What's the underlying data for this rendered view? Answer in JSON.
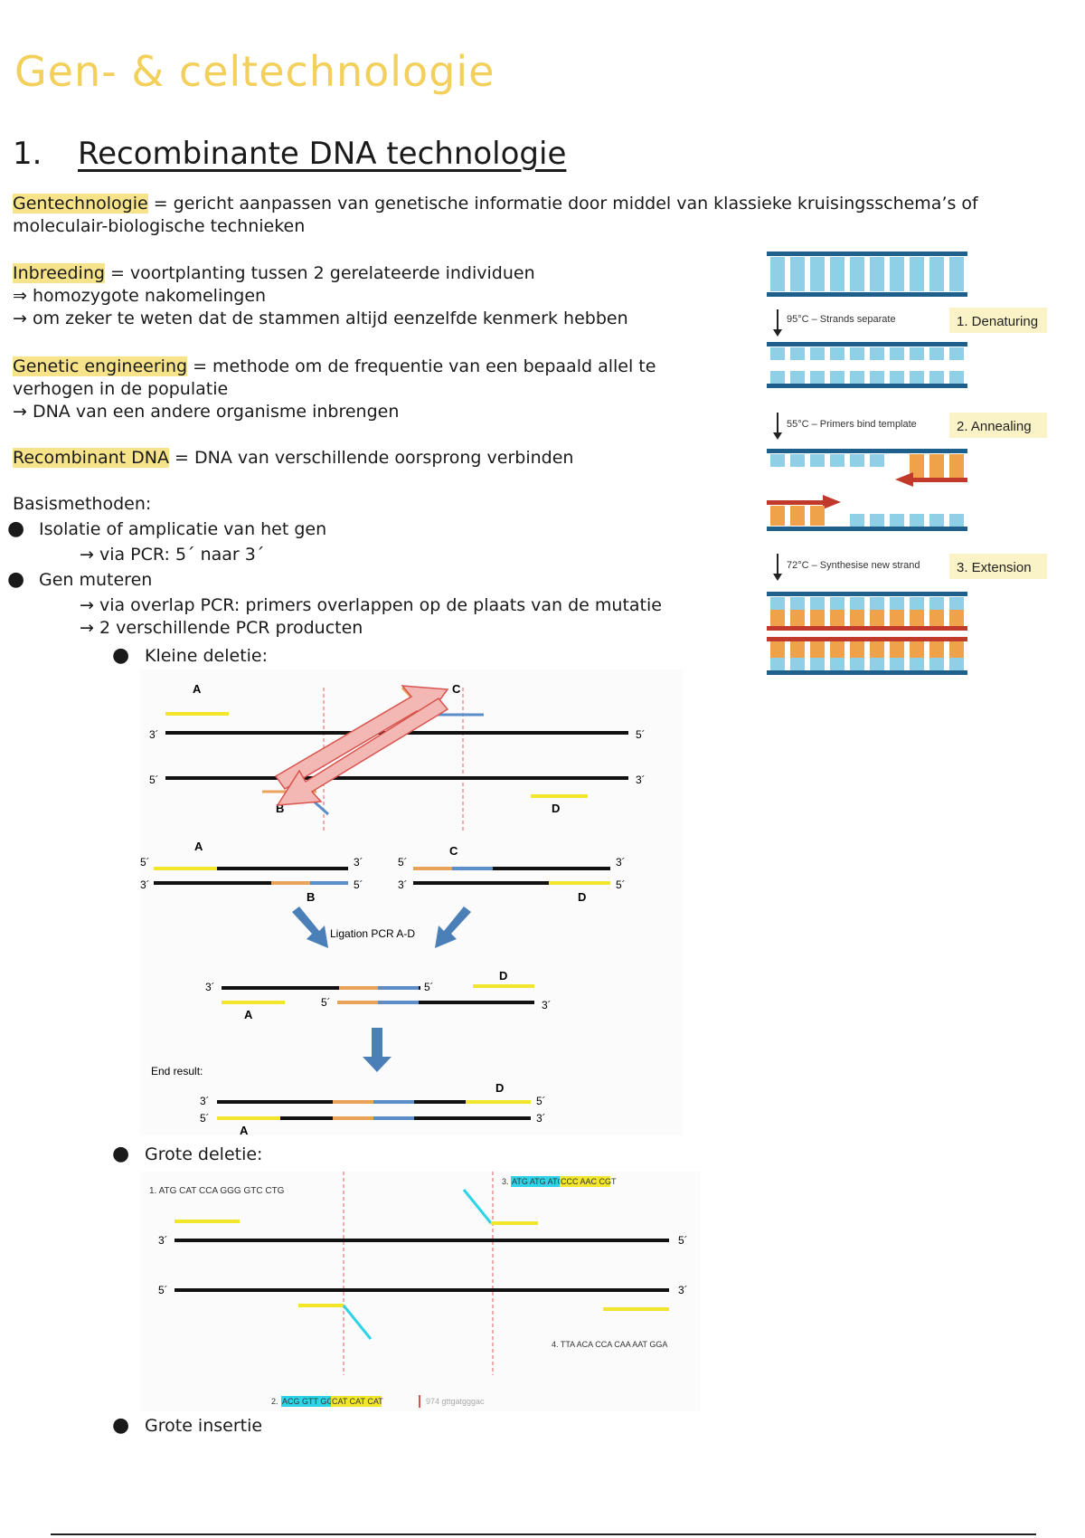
{
  "page": {
    "title": "Gen- & celtechnologie",
    "section_number": "1.",
    "section_title": "Recombinante DNA technologie"
  },
  "definitions": {
    "gentech_term": "Gentechnologie",
    "gentech_def_1": " = gericht aanpassen van genetische informatie door middel van klassieke kruisingsschema’s of",
    "gentech_def_2": "moleculair-biologische technieken",
    "inbreeding_term": "Inbreeding",
    "inbreeding_def": " = voortplanting tussen 2 gerelateerde individuen",
    "inbreeding_l2": "⇒ homozygote nakomelingen",
    "inbreeding_l3": "→ om zeker te weten dat de stammen altijd eenzelfde kenmerk hebben",
    "ge_term": "Genetic engineering",
    "ge_def_1": " = methode om de frequentie van een bepaald allel te",
    "ge_def_2": "verhogen in de populatie",
    "ge_def_3": "→ DNA van een andere organisme inbrengen",
    "rdna_term": "Recombinant DNA",
    "rdna_def": " = DNA van verschillende oorsprong verbinden"
  },
  "methods": {
    "heading": "Basismethoden:",
    "item1": "Isolatie of amplicatie van het gen",
    "item1_sub": "→ via PCR: 5´ naar 3´",
    "item2": "Gen muteren",
    "item2_sub1": "→ via overlap PCR: primers overlappen op de plaats van de mutatie",
    "item2_sub2": "→ 2 verschillende PCR producten",
    "sub_small": "Kleine deletie:",
    "sub_large": "Grote deletie:",
    "sub_insert": "Grote insertie"
  },
  "pcr_diagram": {
    "step1_temp": "95°C – Strands separate",
    "step1_label": "1. Denaturing",
    "step2_temp": "55°C – Primers bind template",
    "step2_label": "2. Annealing",
    "step3_temp": "72°C – Synthesise new strand",
    "step3_label": "3. Extension"
  },
  "small_deletion": {
    "A": "A",
    "B": "B",
    "C": "C",
    "D": "D",
    "p3": "3´",
    "p5": "5´",
    "ligation": "Ligation PCR A-D",
    "end_result": "End result:"
  },
  "large_deletion": {
    "primer1": "1. ATG CAT CCA GGG GTC CTG",
    "primer3_num": "3.",
    "primer3_cyan": "ATG ATG ATG",
    "primer3_yellow": "CCC AAC CGT",
    "primer4": "4. TTA ACA CCA CAA AAT GGA",
    "primer2_num": "2.",
    "primer2_cyan": "ACG GTT GGG",
    "primer2_yellow": "CAT CAT CAT",
    "seq_tail": "974  gttgatgggac"
  },
  "colors": {
    "title": "#f3cf5b",
    "highlight": "#f7e38a",
    "primer_yellow": "#f2e62c",
    "primer_orange": "#e8a25a",
    "primer_blue": "#5b8ec9",
    "arrow_red": "#d9534f",
    "arrow_fill": "#f4b8b4",
    "cyan": "#2fd3e8",
    "dna_light": "#8fd0e6",
    "dna_dark": "#1f5f8b",
    "dna_orange": "#f0a24a",
    "pcr_red": "#c0392b",
    "step_box": "#fbf3c8"
  }
}
